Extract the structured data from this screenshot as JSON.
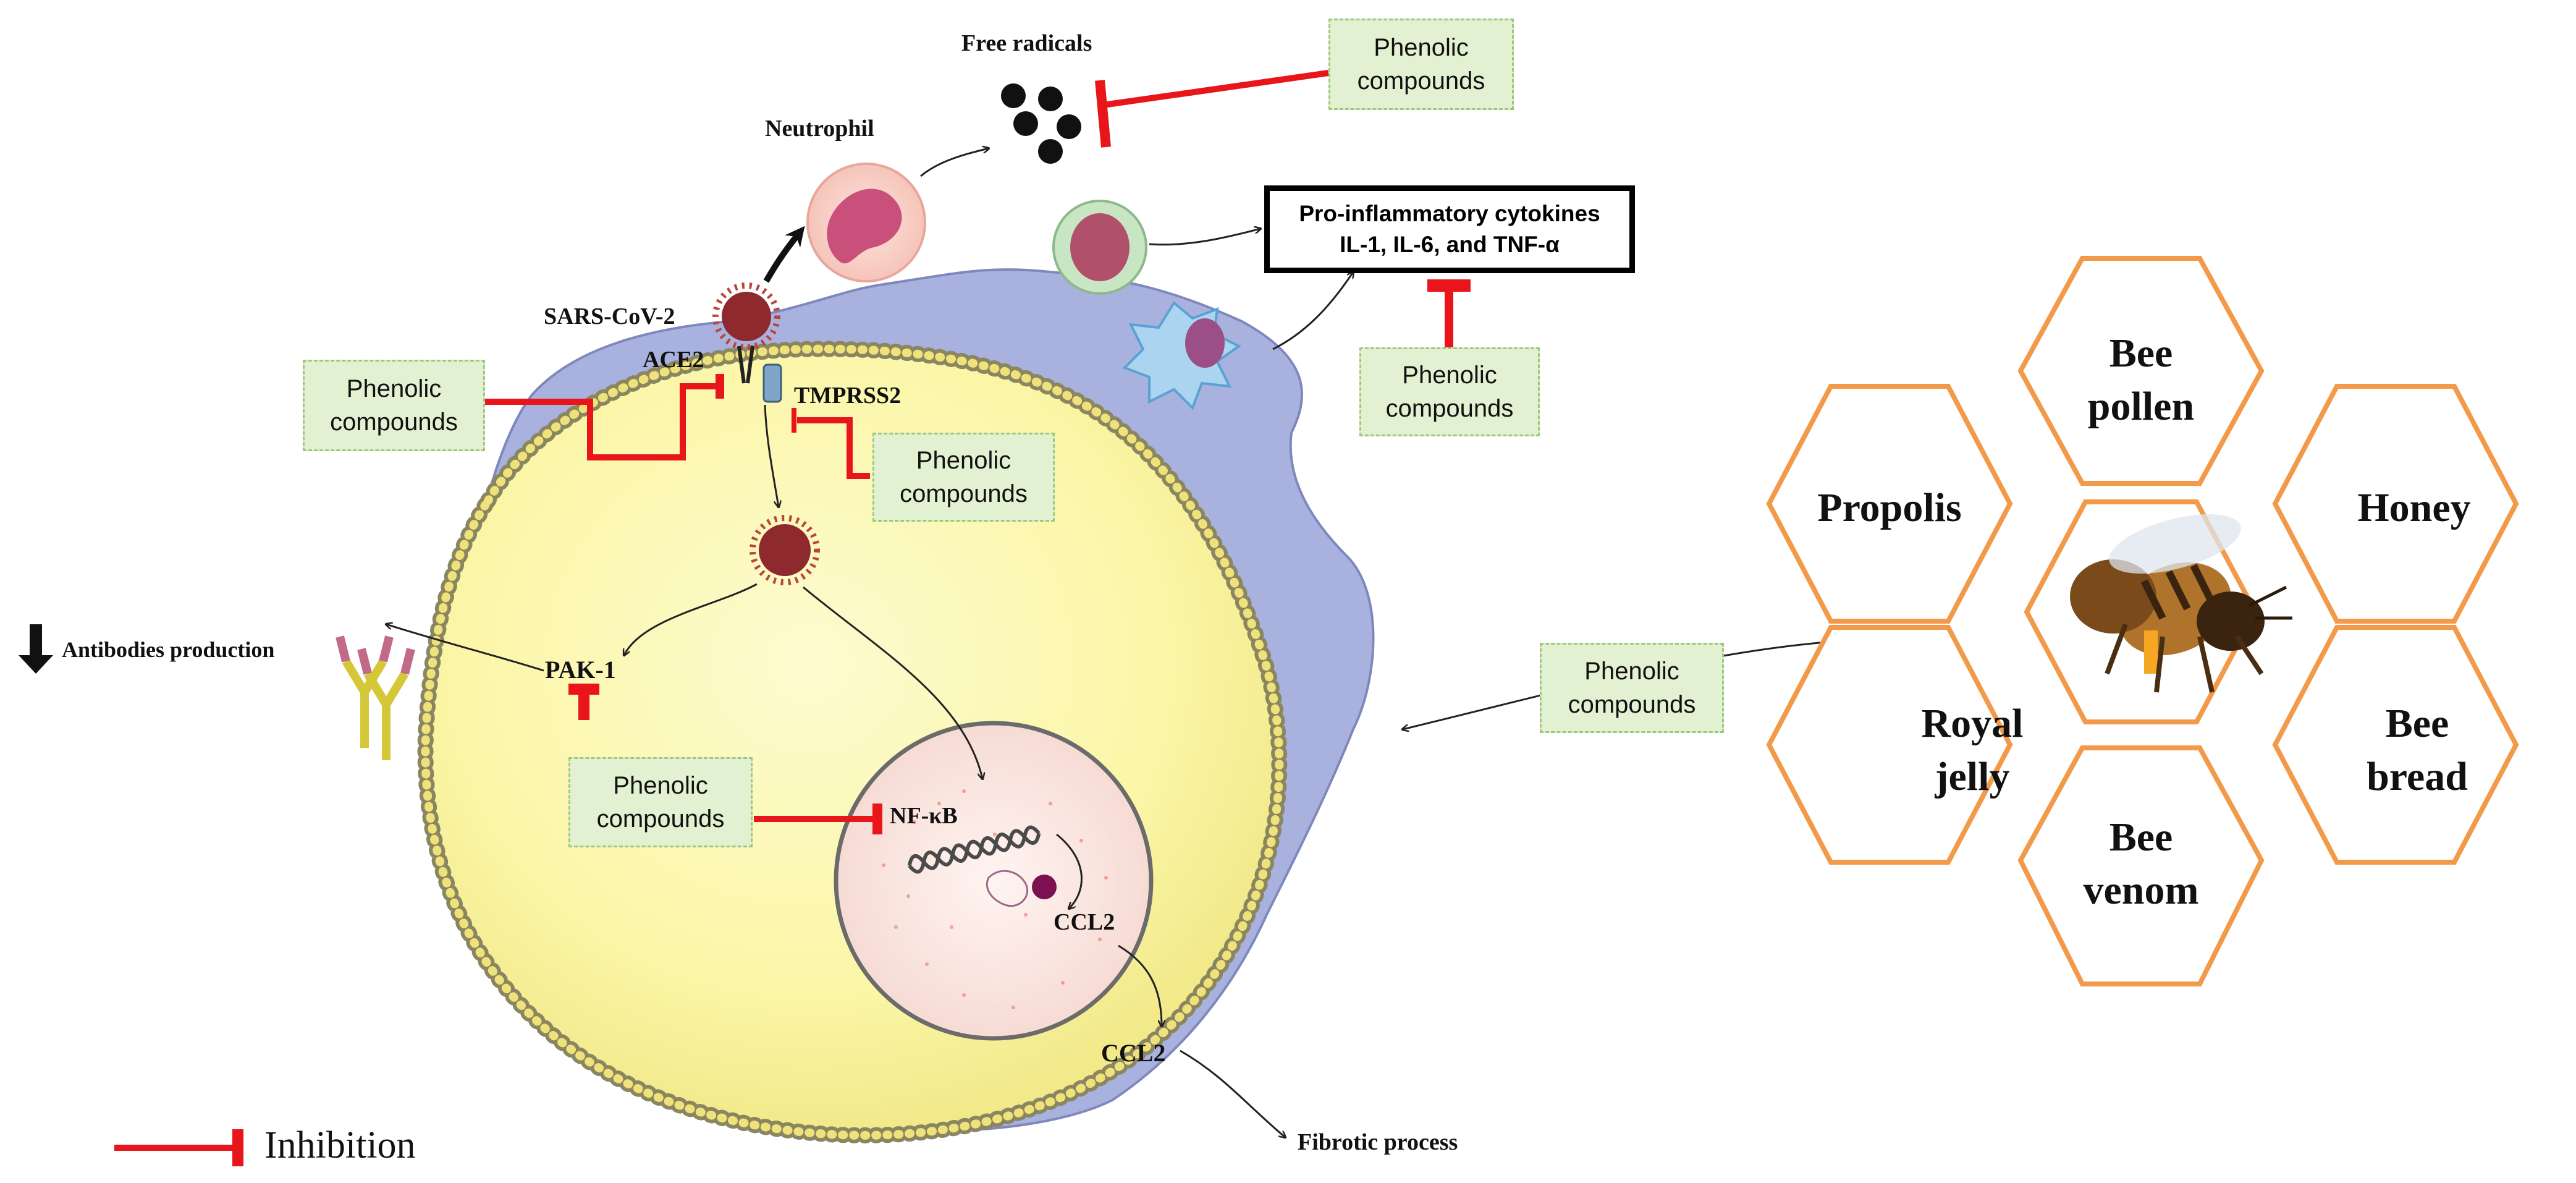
{
  "labels": {
    "free_radicals": "Free radicals",
    "neutrophil": "Neutrophil",
    "sars_cov_2": "SARS-CoV-2",
    "ace2": "ACE2",
    "tmprss2": "TMPRSS2",
    "pak1": "PAK-1",
    "antibodies": "Antibodies production",
    "nfkb": "NF-κB",
    "ccl2_nucleus": "CCL2",
    "ccl2_cell": "CCL2",
    "fibrotic": "Fibrotic process",
    "inhibition": "Inhibition"
  },
  "cytokines": {
    "line1": "Pro-inflammatory cytokines",
    "line2": "IL-1, IL-6, and TNF-α"
  },
  "phenolic": {
    "line1": "Phenolic",
    "line2": "compounds"
  },
  "hive": {
    "pollen": [
      "Bee",
      "pollen"
    ],
    "propolis": "Propolis",
    "honey": "Honey",
    "royal_jelly": [
      "Royal",
      "jelly"
    ],
    "bee_bread": [
      "Bee",
      "bread"
    ],
    "bee_venom": [
      "Bee",
      "venom"
    ]
  },
  "colors": {
    "inhibit": "#e8161b",
    "hex_border": "#f39a4a",
    "phenolic_fill": "#e3f1d3",
    "cell_fill": "#fbf6a6",
    "outer_cell": "#a9b2de",
    "nucleus": "#fbe6e2"
  }
}
